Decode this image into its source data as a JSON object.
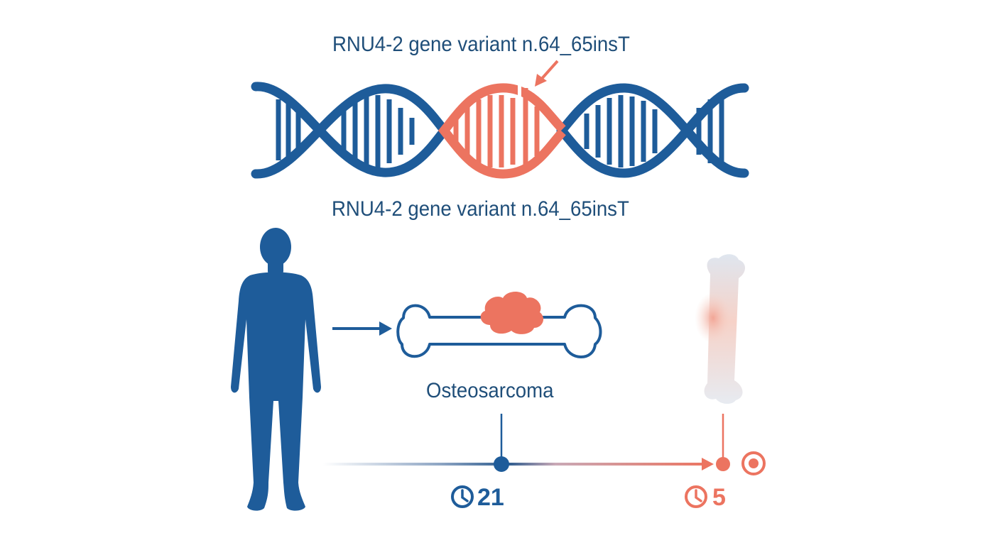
{
  "gene_label_top": "RNU4-2 gene variant n.64_65insT",
  "gene_label_bottom": "RNU4-2 gene variant n.64_65insT",
  "diagnosis_label": "Osteosarcoma",
  "timeline": {
    "diagnosis_value": "21",
    "end_value": "5"
  },
  "colors": {
    "blue": "#1e5c9a",
    "coral": "#ec7460",
    "text": "#1f4e79"
  },
  "icons": [
    "human-silhouette-icon",
    "bone-with-tumor-icon",
    "faded-bone-icon",
    "clock-icon",
    "target-icon",
    "arrow-icon"
  ]
}
